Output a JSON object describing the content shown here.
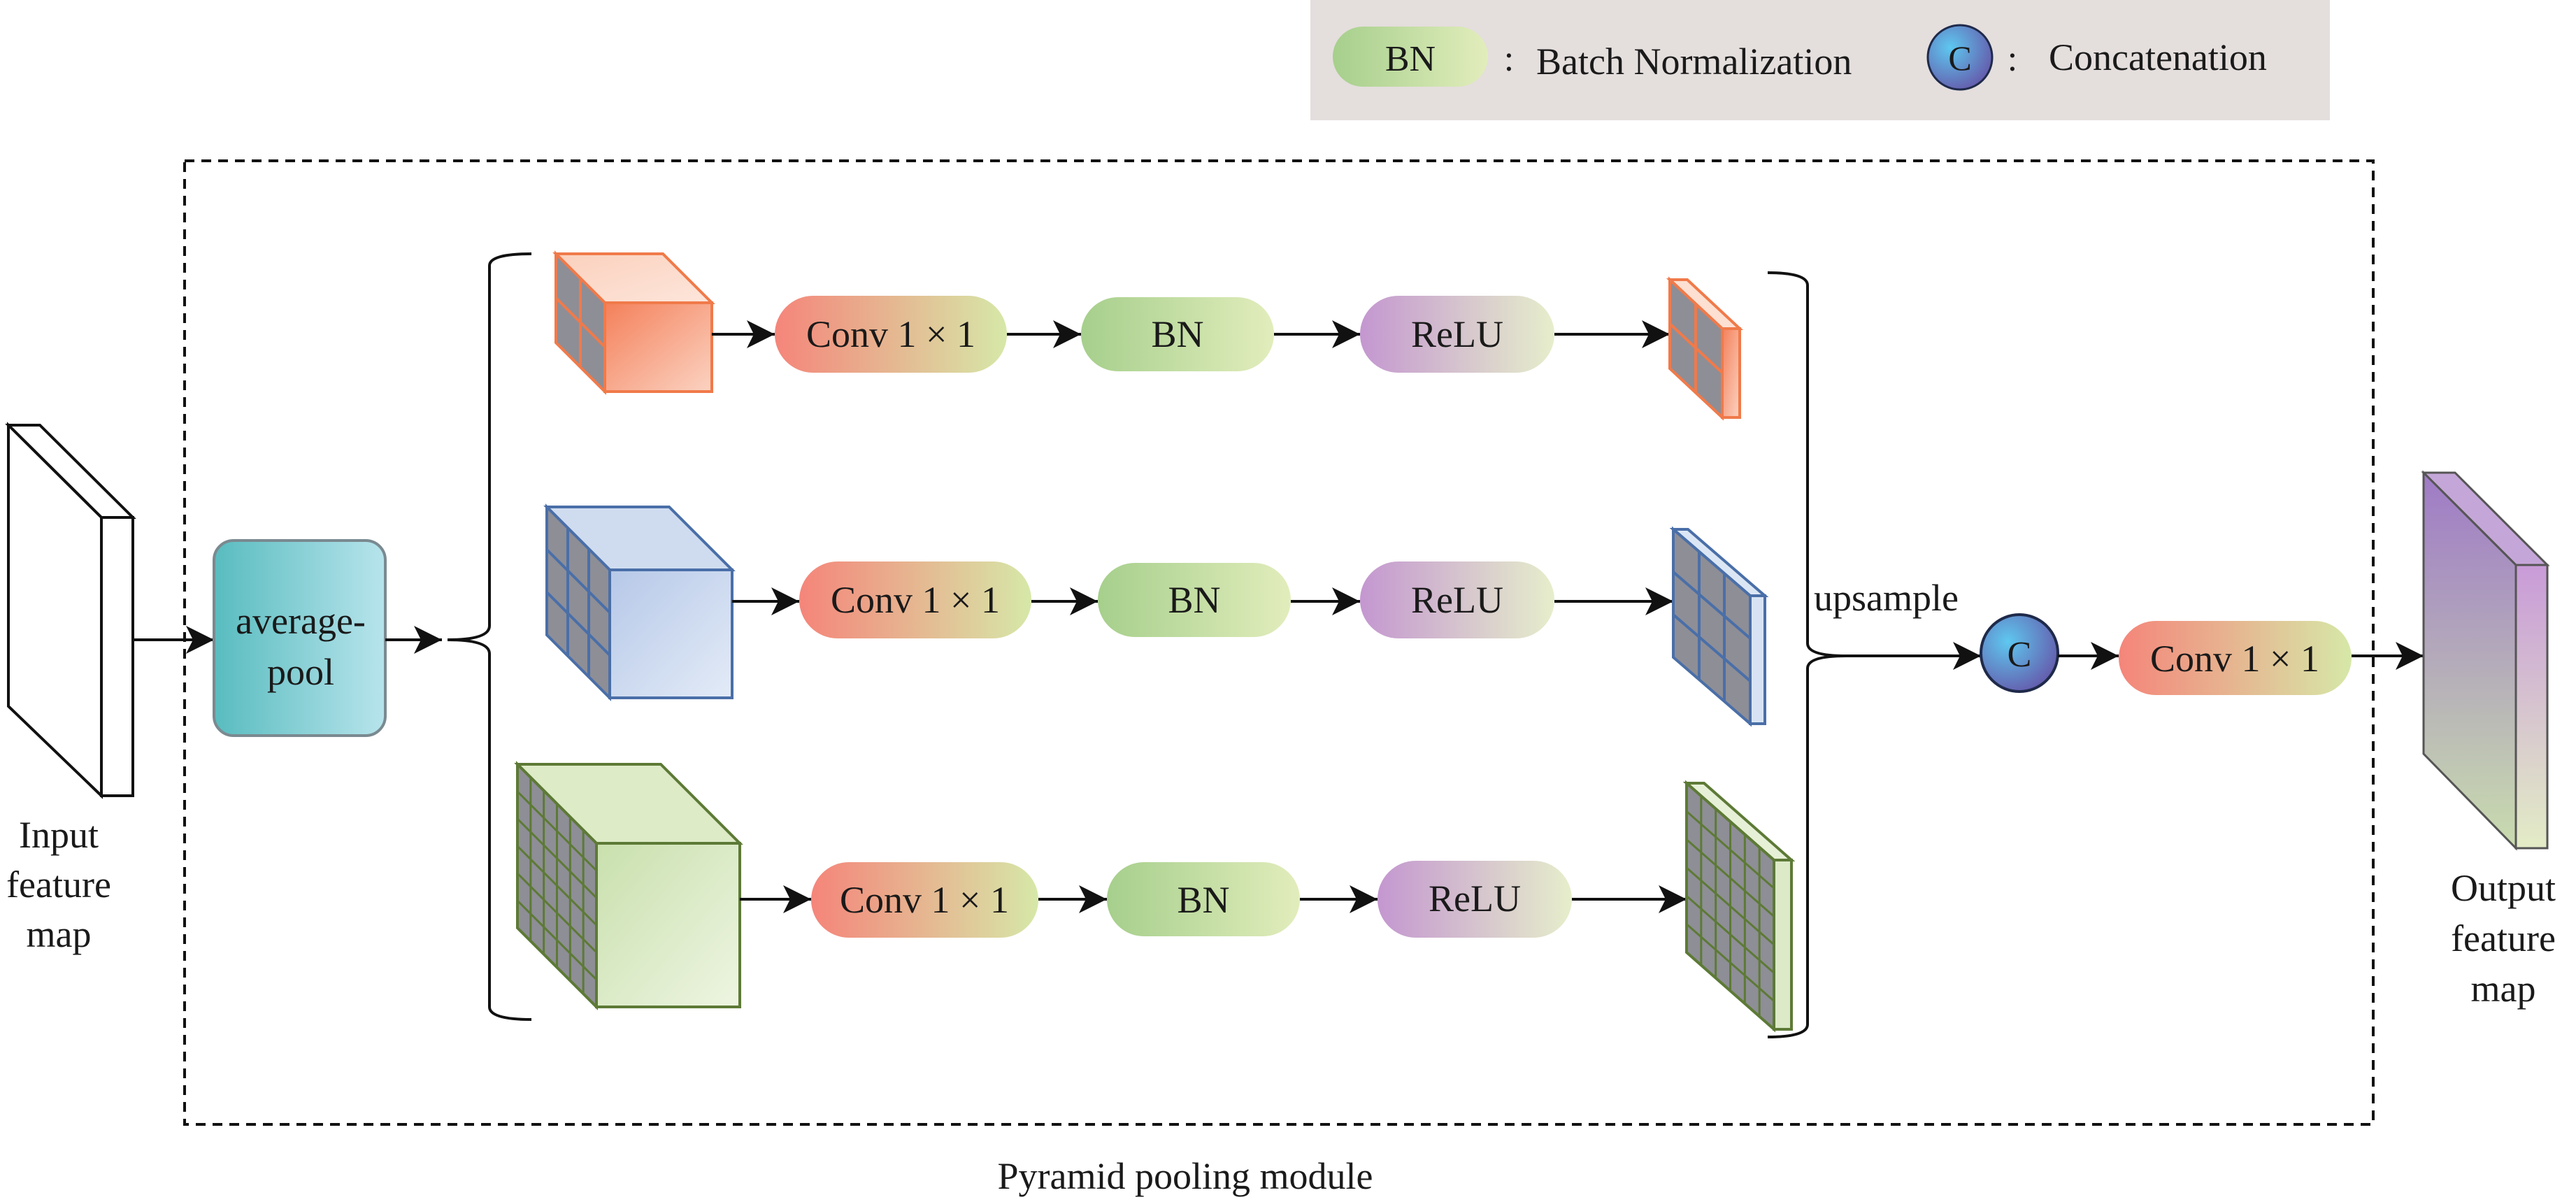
{
  "legend": {
    "bn_token": "BN",
    "bn_separator": ":",
    "bn_desc": "Batch Normalization",
    "c_token": "C",
    "c_separator": ":",
    "c_desc": "Concatenation"
  },
  "input_label": [
    "Input",
    "feature",
    "map"
  ],
  "output_label": [
    "Output",
    "feature",
    "map"
  ],
  "avgpool_label": [
    "average-",
    "pool"
  ],
  "branches": [
    {
      "conv": "Conv 1 × 1",
      "bn": "BN",
      "relu": "ReLU",
      "grid": 2
    },
    {
      "conv": "Conv 1 × 1",
      "bn": "BN",
      "relu": "ReLU",
      "grid": 3
    },
    {
      "conv": "Conv 1 × 1",
      "bn": "BN",
      "relu": "ReLU",
      "grid": 6
    }
  ],
  "upsample_label": "upsample",
  "concat_token": "C",
  "final_conv": "Conv 1 × 1",
  "module_caption": "Pyramid pooling module",
  "colors": {
    "conv_gradient": [
      "#f28b82",
      "#d3e6a7"
    ],
    "bn_gradient": [
      "#a8d08d",
      "#e0ecb8"
    ],
    "relu_gradient": [
      "#c79bd2",
      "#e4ecc9"
    ],
    "avgpool_gradient": [
      "#5bbdc0",
      "#b6e3ea"
    ],
    "concat_gradient": [
      "#6a5aa8",
      "#5dc6ee"
    ],
    "legend_bg": "#e4dedd",
    "cube_orange": "#f07a4a",
    "cube_blue": "#4a6fa8",
    "cube_green": "#5d7a36",
    "output_gradient": [
      "#a67cc8",
      "#c7dcae"
    ]
  }
}
